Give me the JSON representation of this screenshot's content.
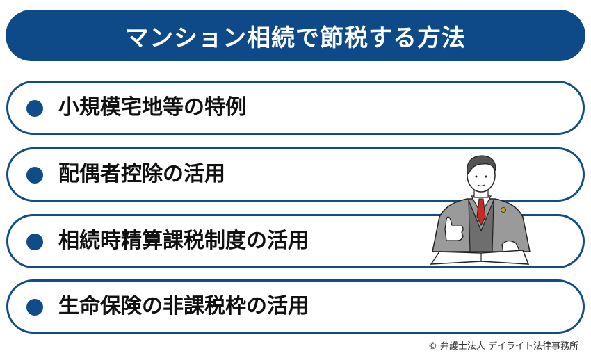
{
  "title": "マンション相続で節税する方法",
  "items": [
    {
      "label": "小規模宅地等の特例"
    },
    {
      "label": "配偶者控除の活用"
    },
    {
      "label": "相続時精算課税制度の活用"
    },
    {
      "label": "生命保険の非課税枠の活用"
    }
  ],
  "illustration": "lawyer-with-thumbs-up-and-open-book",
  "copyright": "© 弁護士法人 デイライト法律事務所",
  "colors": {
    "accent": "#0f4c8a",
    "title_bg": "#0e4a88",
    "tie": "#c62a24",
    "suit": "#9a9a9a"
  }
}
